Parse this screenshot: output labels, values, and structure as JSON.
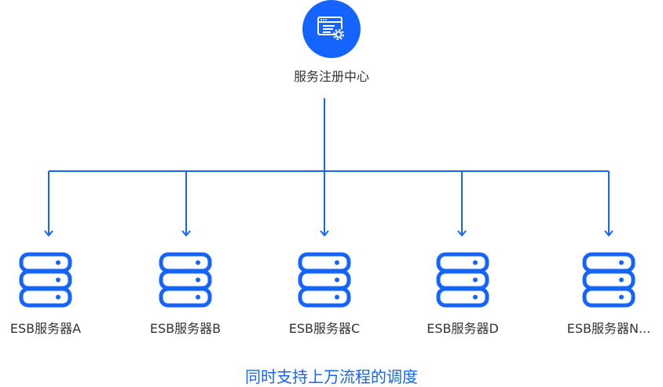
{
  "hub": {
    "label": "服务注册中心",
    "icon": "registry-window-gear-icon"
  },
  "servers": [
    {
      "label": "ESB服务器A"
    },
    {
      "label": "ESB服务器B"
    },
    {
      "label": "ESB服务器C"
    },
    {
      "label": "ESB服务器D"
    },
    {
      "label": "ESB服务器N..."
    }
  ],
  "caption": "同时支持上万流程的调度",
  "colors": {
    "accent": "#1664ff",
    "text": "#333333"
  }
}
